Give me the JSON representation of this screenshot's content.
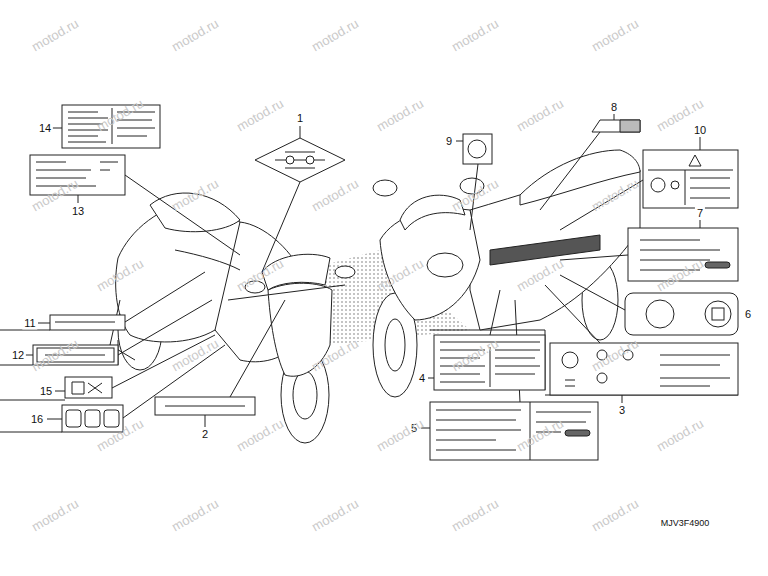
{
  "diagram": {
    "labels": [
      "14",
      "1",
      "8",
      "9",
      "10",
      "13",
      "7",
      "11",
      "6",
      "12",
      "4",
      "15",
      "3",
      "2",
      "16",
      "5",
      "MJV3F4900",
      "motod.ru",
      "motod.ru",
      "motod.ru",
      "motod.ru",
      "motod.ru",
      "motod.ru",
      "motod.ru",
      "motod.ru",
      "motod.ru",
      "motod.ru",
      "motod.ru",
      "motod.ru",
      "motod.ru",
      "motod.ru",
      "motod.ru",
      "motod.ru",
      "motod.ru",
      "motod.ru",
      "motod.ru",
      "motod.ru",
      "motod.ru",
      "motod.ru",
      "motod.ru",
      "motod.ru",
      "motod.ru",
      "motod.ru",
      "motod.ru",
      "motod.ru",
      "motod.ru",
      "motod.ru",
      "motod.ru",
      "motod.ru",
      "motod.ru",
      "motod.ru",
      "motod.ru"
    ]
  }
}
